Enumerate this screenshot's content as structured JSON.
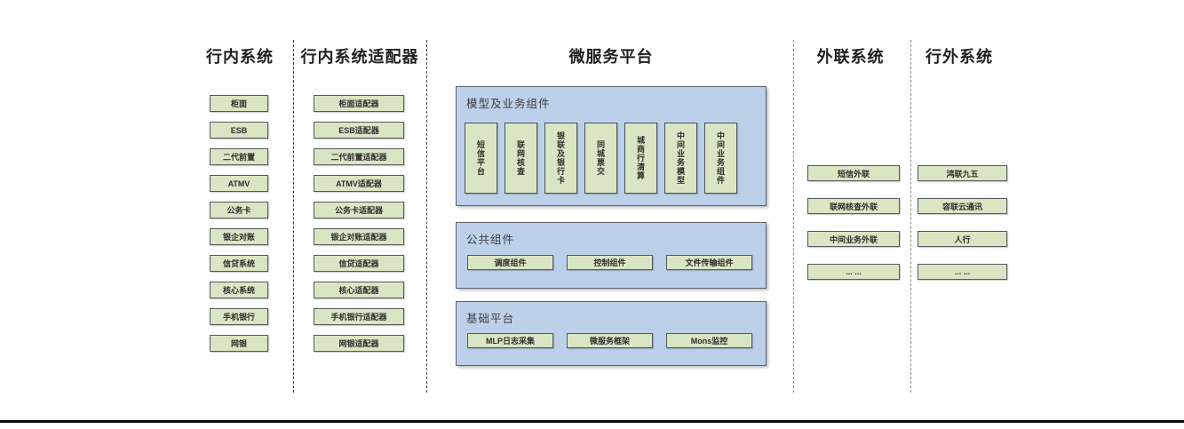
{
  "headers": {
    "internal": "行内系统",
    "adapters": "行内系统适配器",
    "platform": "微服务平台",
    "outreach": "外联系统",
    "external": "行外系统"
  },
  "internal_items": [
    "柜面",
    "ESB",
    "二代前置",
    "ATMV",
    "公务卡",
    "银企对账",
    "信贷系统",
    "核心系统",
    "手机银行",
    "网银"
  ],
  "adapter_items": [
    "柜面适配器",
    "ESB适配器",
    "二代前置适配器",
    "ATMV适配器",
    "公务卡适配器",
    "银企对账适配器",
    "信贷适配器",
    "核心适配器",
    "手机银行适配器",
    "网银适配器"
  ],
  "platform_groups": {
    "model": {
      "title": "模型及业务组件",
      "items": [
        "短信平台",
        "联网核查",
        "银联及银行卡",
        "同城票交",
        "城商行清算",
        "中间业务模型",
        "中间业务组件"
      ]
    },
    "common": {
      "title": "公共组件",
      "items": [
        "调度组件",
        "控制组件",
        "文件传输组件"
      ]
    },
    "base": {
      "title": "基础平台",
      "items": [
        "MLP日志采集",
        "微服务框架",
        "Mons监控"
      ]
    }
  },
  "outreach_items": [
    "短信外联",
    "联网核查外联",
    "中间业务外联",
    "... ..."
  ],
  "external_items": [
    "鸿联九五",
    "容联云通讯",
    "人行",
    "... ..."
  ],
  "colors": {
    "node_fill": "#d9e6c3",
    "node_border": "#53585e",
    "container_fill": "#bcd1e9",
    "container_border": "#5b636d",
    "separator_dark": "#3c3c3c",
    "separator_gray": "#8a8a8a",
    "bottom_rule": "#0d0d0d"
  }
}
